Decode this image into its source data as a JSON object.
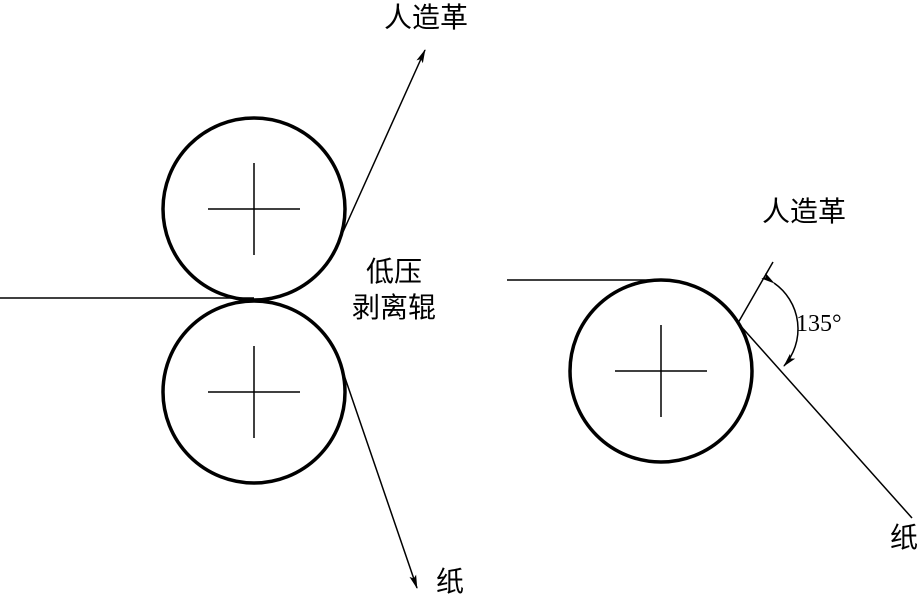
{
  "left_diagram": {
    "leather_label": "人造革",
    "roller_label_line1": "低压",
    "roller_label_line2": "剥离辊",
    "paper_label": "纸"
  },
  "right_diagram": {
    "leather_label": "人造革",
    "angle_label": "135°",
    "paper_label": "纸"
  },
  "colors": {
    "stroke": "#000000",
    "background": "#ffffff"
  }
}
